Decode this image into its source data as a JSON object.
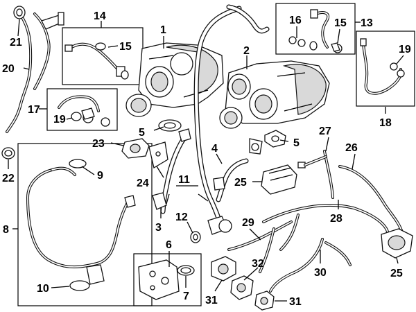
{
  "callouts": {
    "c1": "1",
    "c2": "2",
    "c3": "3",
    "c4": "4",
    "c5a": "5",
    "c5b": "5",
    "c6": "6",
    "c7": "7",
    "c8": "8",
    "c9": "9",
    "c10": "10",
    "c11": "11",
    "c12": "12",
    "c13": "13",
    "c14": "14",
    "c15a": "15",
    "c15b": "15",
    "c16": "16",
    "c17": "17",
    "c18": "18",
    "c19a": "19",
    "c19b": "19",
    "c20": "20",
    "c21": "21",
    "c22": "22",
    "c23": "23",
    "c24": "24",
    "c25a": "25",
    "c25b": "25",
    "c26": "26",
    "c27": "27",
    "c28": "28",
    "c29": "29",
    "c30": "30",
    "c31a": "31",
    "c31b": "31",
    "c32": "32"
  }
}
